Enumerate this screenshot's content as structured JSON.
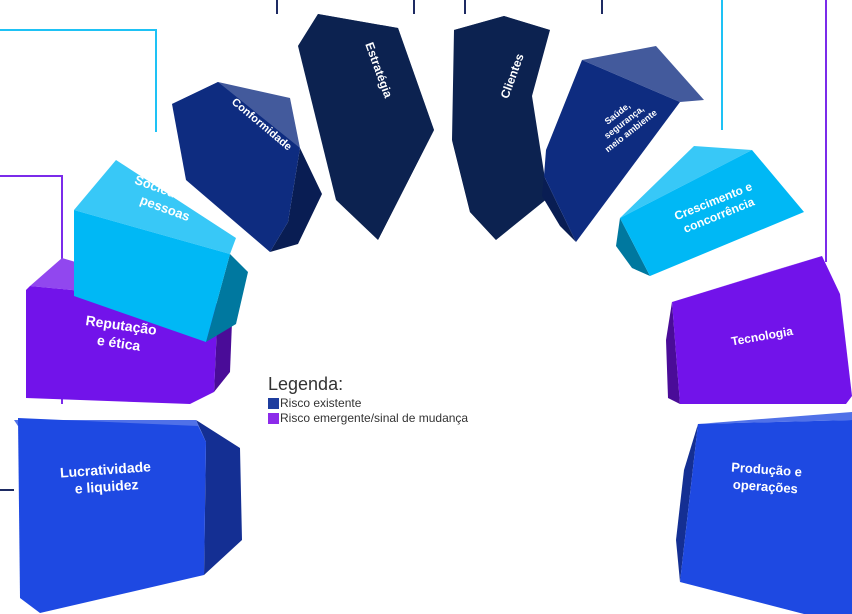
{
  "colors": {
    "existing_light": "#00B8F5",
    "existing_dark": "#1E49E2",
    "existing_navy": "#0C2660",
    "emerging": "#7213EA",
    "legend_existing": "#1E3D9E",
    "legend_emerging": "#8C2BEA",
    "guide_cyan": "#1EC2F5",
    "guide_purple": "#7B2BEA",
    "guide_navy": "#1E2B63"
  },
  "segments": [
    {
      "id": "lucratividade",
      "lines": [
        "Lucratividade",
        "e liquidez"
      ],
      "color": "#1E49E2",
      "kind": "existing"
    },
    {
      "id": "reputacao",
      "lines": [
        "Reputação",
        "e ética"
      ],
      "color": "#7213EA",
      "kind": "emerging"
    },
    {
      "id": "sociedade",
      "lines": [
        "Sociedade e",
        "pessoas"
      ],
      "color": "#00B8F5",
      "kind": "existing"
    },
    {
      "id": "conformidade",
      "lines": [
        "Conformidade"
      ],
      "color": "#0E2C80",
      "kind": "existing"
    },
    {
      "id": "estrategia",
      "lines": [
        "Estratégia"
      ],
      "color": "#0C2250",
      "kind": "existing"
    },
    {
      "id": "clientes",
      "lines": [
        "Clientes"
      ],
      "color": "#0C2250",
      "kind": "existing"
    },
    {
      "id": "saude",
      "lines": [
        "Saúde,",
        "segurança,",
        "meio ambiente"
      ],
      "color": "#0E2C80",
      "kind": "existing"
    },
    {
      "id": "crescimento",
      "lines": [
        "Crescimento e",
        "concorrência"
      ],
      "color": "#00B8F5",
      "kind": "existing"
    },
    {
      "id": "tecnologia",
      "lines": [
        "Tecnologia"
      ],
      "color": "#7213EA",
      "kind": "emerging"
    },
    {
      "id": "producao",
      "lines": [
        "Produção e",
        "operações"
      ],
      "color": "#1E49E2",
      "kind": "existing"
    }
  ],
  "legend": {
    "title": "Legenda:",
    "items": [
      {
        "label": "Risco existente",
        "color": "#1E3D9E"
      },
      {
        "label": "Risco emergente/sinal de mudança",
        "color": "#8C2BEA"
      }
    ]
  }
}
